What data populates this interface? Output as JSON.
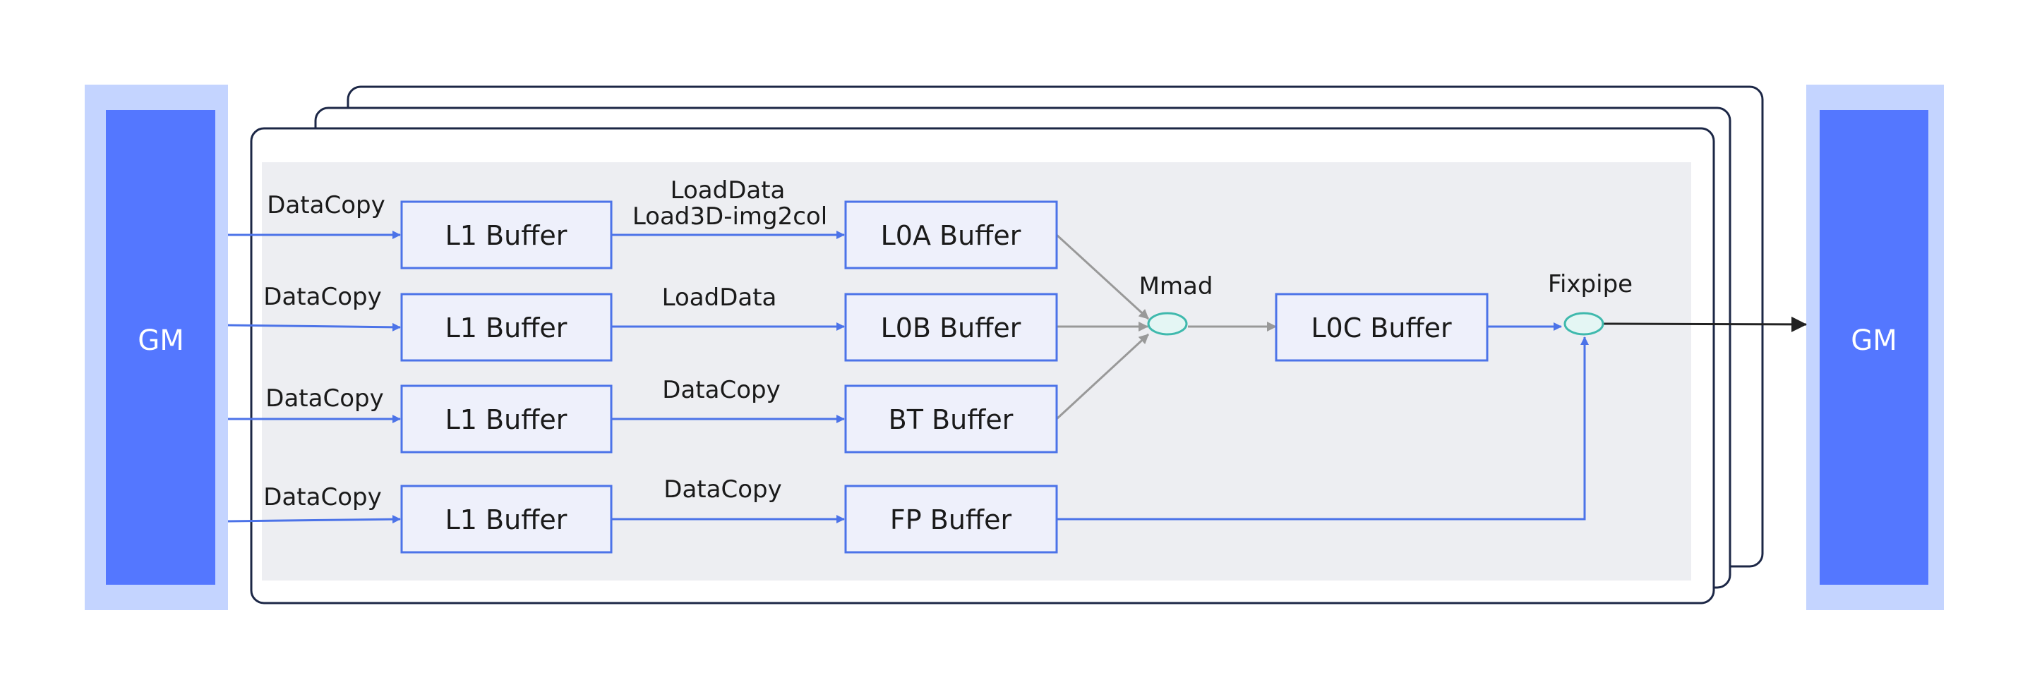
{
  "gm_left": {
    "label": "GM"
  },
  "gm_right": {
    "label": "GM"
  },
  "buffers": {
    "l1_0": "L1 Buffer",
    "l1_1": "L1 Buffer",
    "l1_2": "L1 Buffer",
    "l1_3": "L1 Buffer",
    "l0a": "L0A Buffer",
    "l0b": "L0B Buffer",
    "bt": "BT Buffer",
    "fp": "FP Buffer",
    "l0c": "L0C Buffer"
  },
  "edges": {
    "gm_to_l1_0": "DataCopy",
    "gm_to_l1_1": "DataCopy",
    "gm_to_l1_2": "DataCopy",
    "gm_to_l1_3": "DataCopy",
    "l1_to_l0a_line1": "LoadData",
    "l1_to_l0a_line2": "Load3D-img2col",
    "l1_to_l0b": "LoadData",
    "l1_to_bt": "DataCopy",
    "l1_to_fp": "DataCopy"
  },
  "ops": {
    "mmad": "Mmad",
    "fixpipe": "Fixpipe"
  },
  "colors": {
    "gm_outer": "#c4d4ff",
    "gm_inner": "#5477ff",
    "buffer_fill": "#eef0fb",
    "buffer_stroke": "#4c73e8",
    "flow_blue": "#4c73e8",
    "flow_gray": "#999999",
    "op_fill": "#e4f6f4",
    "op_stroke": "#3fb9ad",
    "panel_bg": "#edeef2",
    "frame_stroke": "#1c2746",
    "output_arrow": "#222222"
  }
}
